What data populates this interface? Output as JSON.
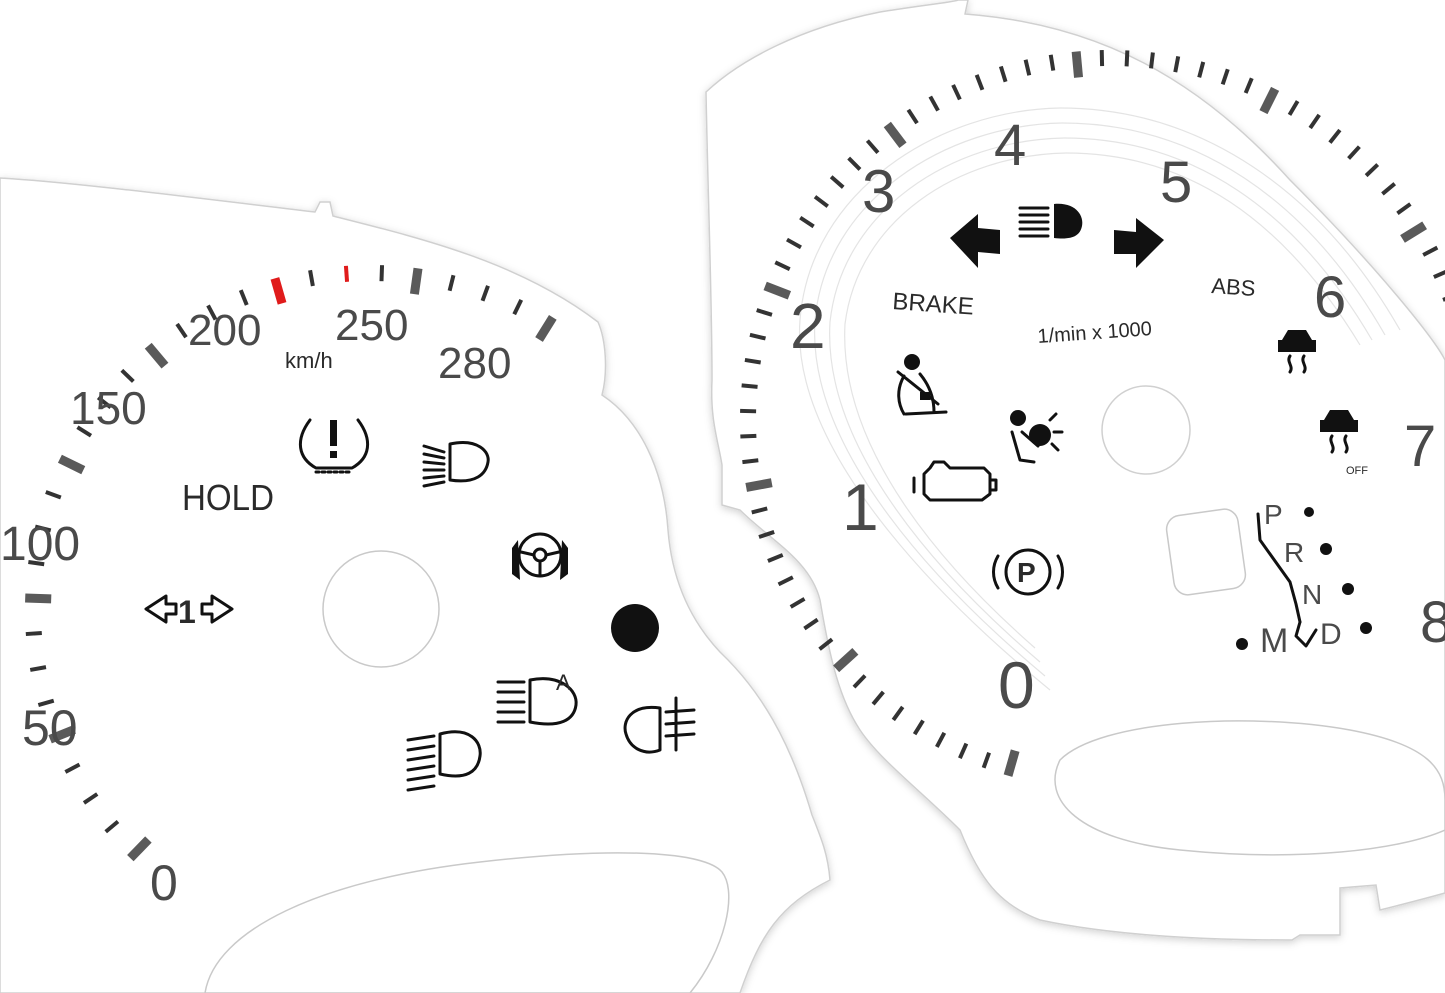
{
  "speedometer": {
    "unit": "km/h",
    "numerals": [
      "0",
      "50",
      "100",
      "150",
      "200",
      "250",
      "280"
    ],
    "hold_label": "HOLD",
    "gear_hint": "1",
    "redline_color": "#e01b1b",
    "icons": [
      "tpms-warning-icon",
      "low-beam-icon",
      "steering-assist-icon",
      "indicator-dot-icon",
      "auto-high-beam-icon",
      "headlight-icon",
      "rear-fog-light-icon",
      "gear-shift-hint-icon"
    ]
  },
  "tachometer": {
    "numerals": [
      "0",
      "1",
      "2",
      "3",
      "4",
      "5",
      "6",
      "7",
      "8"
    ],
    "unit": "1/min x 1000",
    "brake_label": "BRAKE",
    "abs_label": "ABS",
    "esc_off_label": "OFF",
    "gear_selector": [
      "P",
      "R",
      "N",
      "D",
      "M"
    ],
    "icons": [
      "turn-left-arrow-icon",
      "high-beam-icon",
      "turn-right-arrow-icon",
      "seatbelt-icon",
      "airbag-icon",
      "check-engine-icon",
      "parking-brake-icon",
      "traction-control-icon",
      "traction-control-off-icon"
    ]
  },
  "colors": {
    "background": "#ffffff",
    "outline": "#c8c8c8",
    "tick": "#555555",
    "numerals": "#4a4a4a",
    "redline": "#e01b1b"
  }
}
